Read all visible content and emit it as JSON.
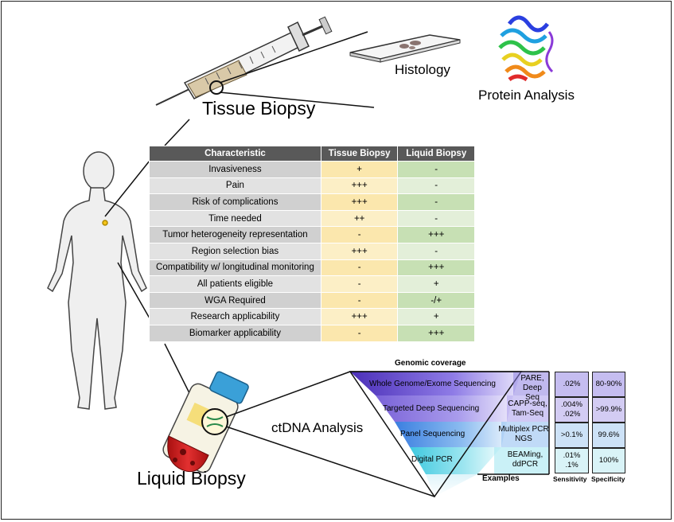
{
  "tissue_biopsy": {
    "title": "Tissue Biopsy",
    "histology_label": "Histology",
    "protein_label": "Protein Analysis"
  },
  "liquid_biopsy": {
    "title": "Liquid Biopsy",
    "ctdna_label": "ctDNA Analysis"
  },
  "comparison_table": {
    "headers": [
      "Characteristic",
      "Tissue Biopsy",
      "Liquid Biopsy"
    ],
    "rows": [
      [
        "Invasiveness",
        "+",
        "-"
      ],
      [
        "Pain",
        "+++",
        "-"
      ],
      [
        "Risk of complications",
        "+++",
        "-"
      ],
      [
        "Time needed",
        "++",
        "-"
      ],
      [
        "Tumor heterogeneity representation",
        "-",
        "+++"
      ],
      [
        "Region selection bias",
        "+++",
        "-"
      ],
      [
        "Compatibility w/ longitudinal monitoring",
        "-",
        "+++"
      ],
      [
        "All patients eligible",
        "-",
        "+"
      ],
      [
        "WGA Required",
        "-",
        "-/+"
      ],
      [
        "Research applicability",
        "+++",
        "+"
      ],
      [
        "Biomarker applicability",
        "-",
        "+++"
      ]
    ]
  },
  "methods": {
    "genomic_coverage_label": "Genomic coverage",
    "examples_label": "Examples",
    "sensitivity_label": "Sensitivity",
    "specificity_label": "Specificity",
    "tiers": [
      {
        "name": "Whole Genome/Exome Sequencing",
        "examples_l1": "PARE,",
        "examples_l2": "Deep Seq",
        "sensitivity_l1": ".02%",
        "sensitivity_l2": "",
        "specificity": "80-90%"
      },
      {
        "name": "Targeted Deep Sequencing",
        "examples_l1": "CAPP-seq,",
        "examples_l2": "Tam-Seq",
        "sensitivity_l1": ".004%",
        "sensitivity_l2": ".02%",
        "specificity": ">99.9%"
      },
      {
        "name": "Panel Sequencing",
        "examples_l1": "Multiplex PCR",
        "examples_l2": "NGS",
        "sensitivity_l1": ">0.1%",
        "sensitivity_l2": "",
        "specificity": "99.6%"
      },
      {
        "name": "Digital PCR",
        "examples_l1": "BEAMing,",
        "examples_l2": "ddPCR",
        "sensitivity_l1": ".01%",
        "sensitivity_l2": ".1%",
        "specificity": "100%"
      }
    ],
    "colors": {
      "tier1": "#6a5acd",
      "tier2": "#8c7fe0",
      "tier3": "#5a9ee6",
      "tier4": "#6fd8e8",
      "blood": "#cc1f1f",
      "cap": "#3aa0d8"
    }
  }
}
